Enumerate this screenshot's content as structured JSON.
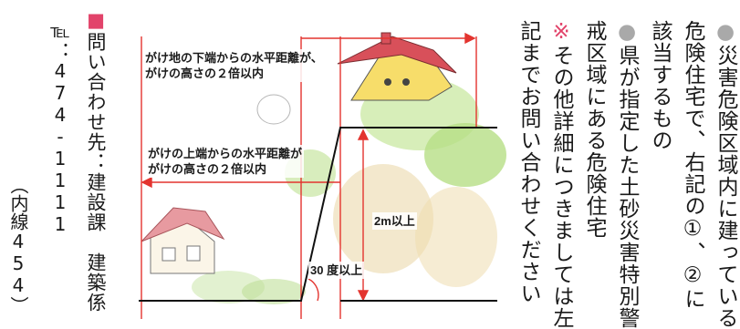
{
  "columns": {
    "c1": {
      "bullet": "●",
      "text": "災害危険区域内に建っている"
    },
    "c2": {
      "text": "危険住宅で、右記の①、②に"
    },
    "c3": {
      "text": "該当するもの"
    },
    "c4": {
      "bullet": "●",
      "text": "県が指定した土砂災害特別警"
    },
    "c5": {
      "text": "戒区域にある危険住宅"
    },
    "c6": {
      "bullet": "※",
      "text": "その他詳細につきましては左"
    },
    "c7": {
      "text": "記までお問い合わせください"
    }
  },
  "contact": {
    "bullet": "■",
    "text": "問い合わせ先：建設課　建築係",
    "tel_label": "℡",
    "tel_number": "：474-1111",
    "extension": "（内線454）"
  },
  "diagram": {
    "label_top_line1": "がけ地の下端からの水平距離が、",
    "label_top_line2": "がけの高さの２倍以内",
    "label_mid_line1": "がけの上端からの水平距離が",
    "label_mid_line2": "がけの高さの２倍以内",
    "label_height": "2m以上",
    "label_angle": "30 度以上",
    "colors": {
      "guide_red": "#e3342f",
      "ground": "#111111",
      "roof": "#d8505a",
      "wall": "#f2d35c",
      "green": "#8cc63e"
    }
  }
}
